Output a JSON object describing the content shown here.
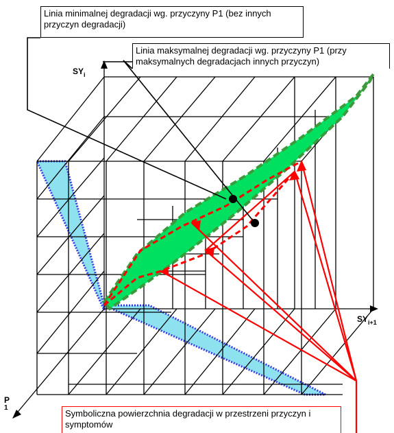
{
  "callouts": {
    "min_line": "Linia minimalnej degradacji wg. przyczyny P1 (bez innych przyczyn degradacji)",
    "max_line": "Linia maksymalnej degradacji wg. przyczyny P1 (przy maksymalnych degradacjach innych przyczyn)",
    "surface": "Symboliczna powierzchnia degradacji w przestrzeni przyczyn i symptomów"
  },
  "axes": {
    "sy_i": {
      "base": "SY",
      "sub": "i"
    },
    "sy_i1": {
      "base": "SY",
      "sub": "i+1"
    },
    "p1": {
      "base": "P",
      "sub": "1"
    }
  },
  "colors": {
    "grid": "#000000",
    "degradation_green": "#00e060",
    "degradation_green_edge": "#3c9a3c",
    "projection_blue": "#8ee2f0",
    "projection_blue_edge": "#3a3ae0",
    "red_lines": "#ff0000"
  }
}
